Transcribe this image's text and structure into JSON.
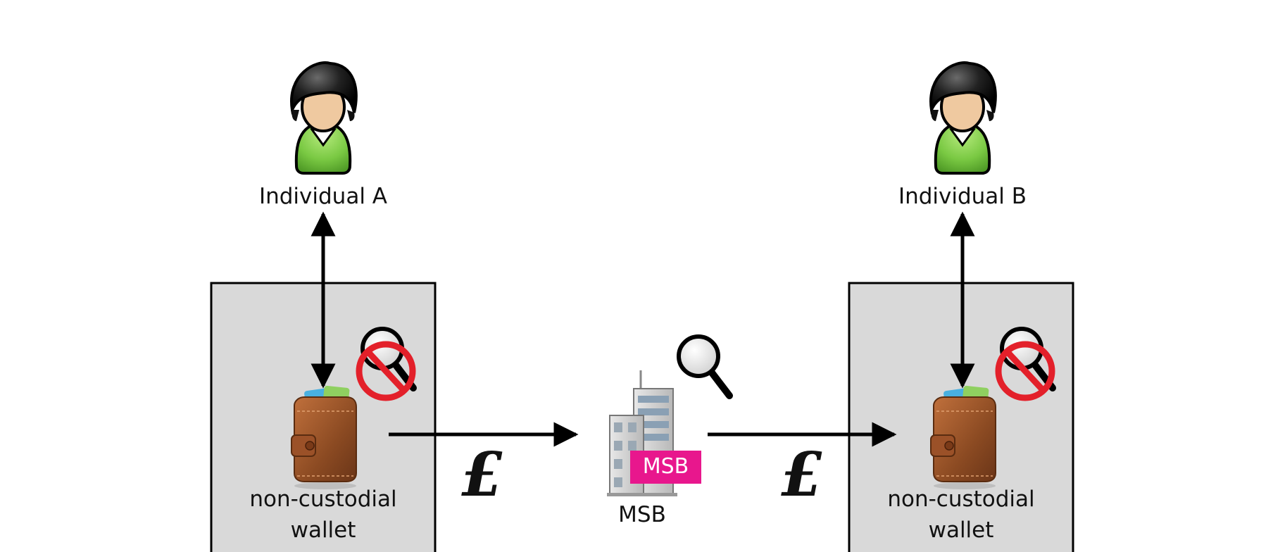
{
  "individual_a": {
    "label": "Individual A"
  },
  "individual_b": {
    "label": "Individual B"
  },
  "wallet_a": {
    "label_line1": "non-custodial",
    "label_line2": "wallet"
  },
  "wallet_b": {
    "label_line1": "non-custodial",
    "label_line2": "wallet"
  },
  "msb": {
    "label": "MSB",
    "badge": "MSB",
    "badge_color": "#e8178d"
  },
  "transfers": [
    {
      "currency_symbol": "£"
    },
    {
      "currency_symbol": "£"
    }
  ],
  "icons": {
    "person": "person-icon",
    "wallet": "wallet-icon",
    "building": "office-building-icon",
    "magnifier": "magnifying-glass-icon",
    "prohibited": "no-surveillance-icon"
  },
  "colors": {
    "box_fill": "#d9d9d9",
    "shirt": "#7ac943",
    "hair": "#1a1a1a",
    "skin": "#efc9a0",
    "prohibition": "#e3202a",
    "wallet": "#a0522d"
  }
}
